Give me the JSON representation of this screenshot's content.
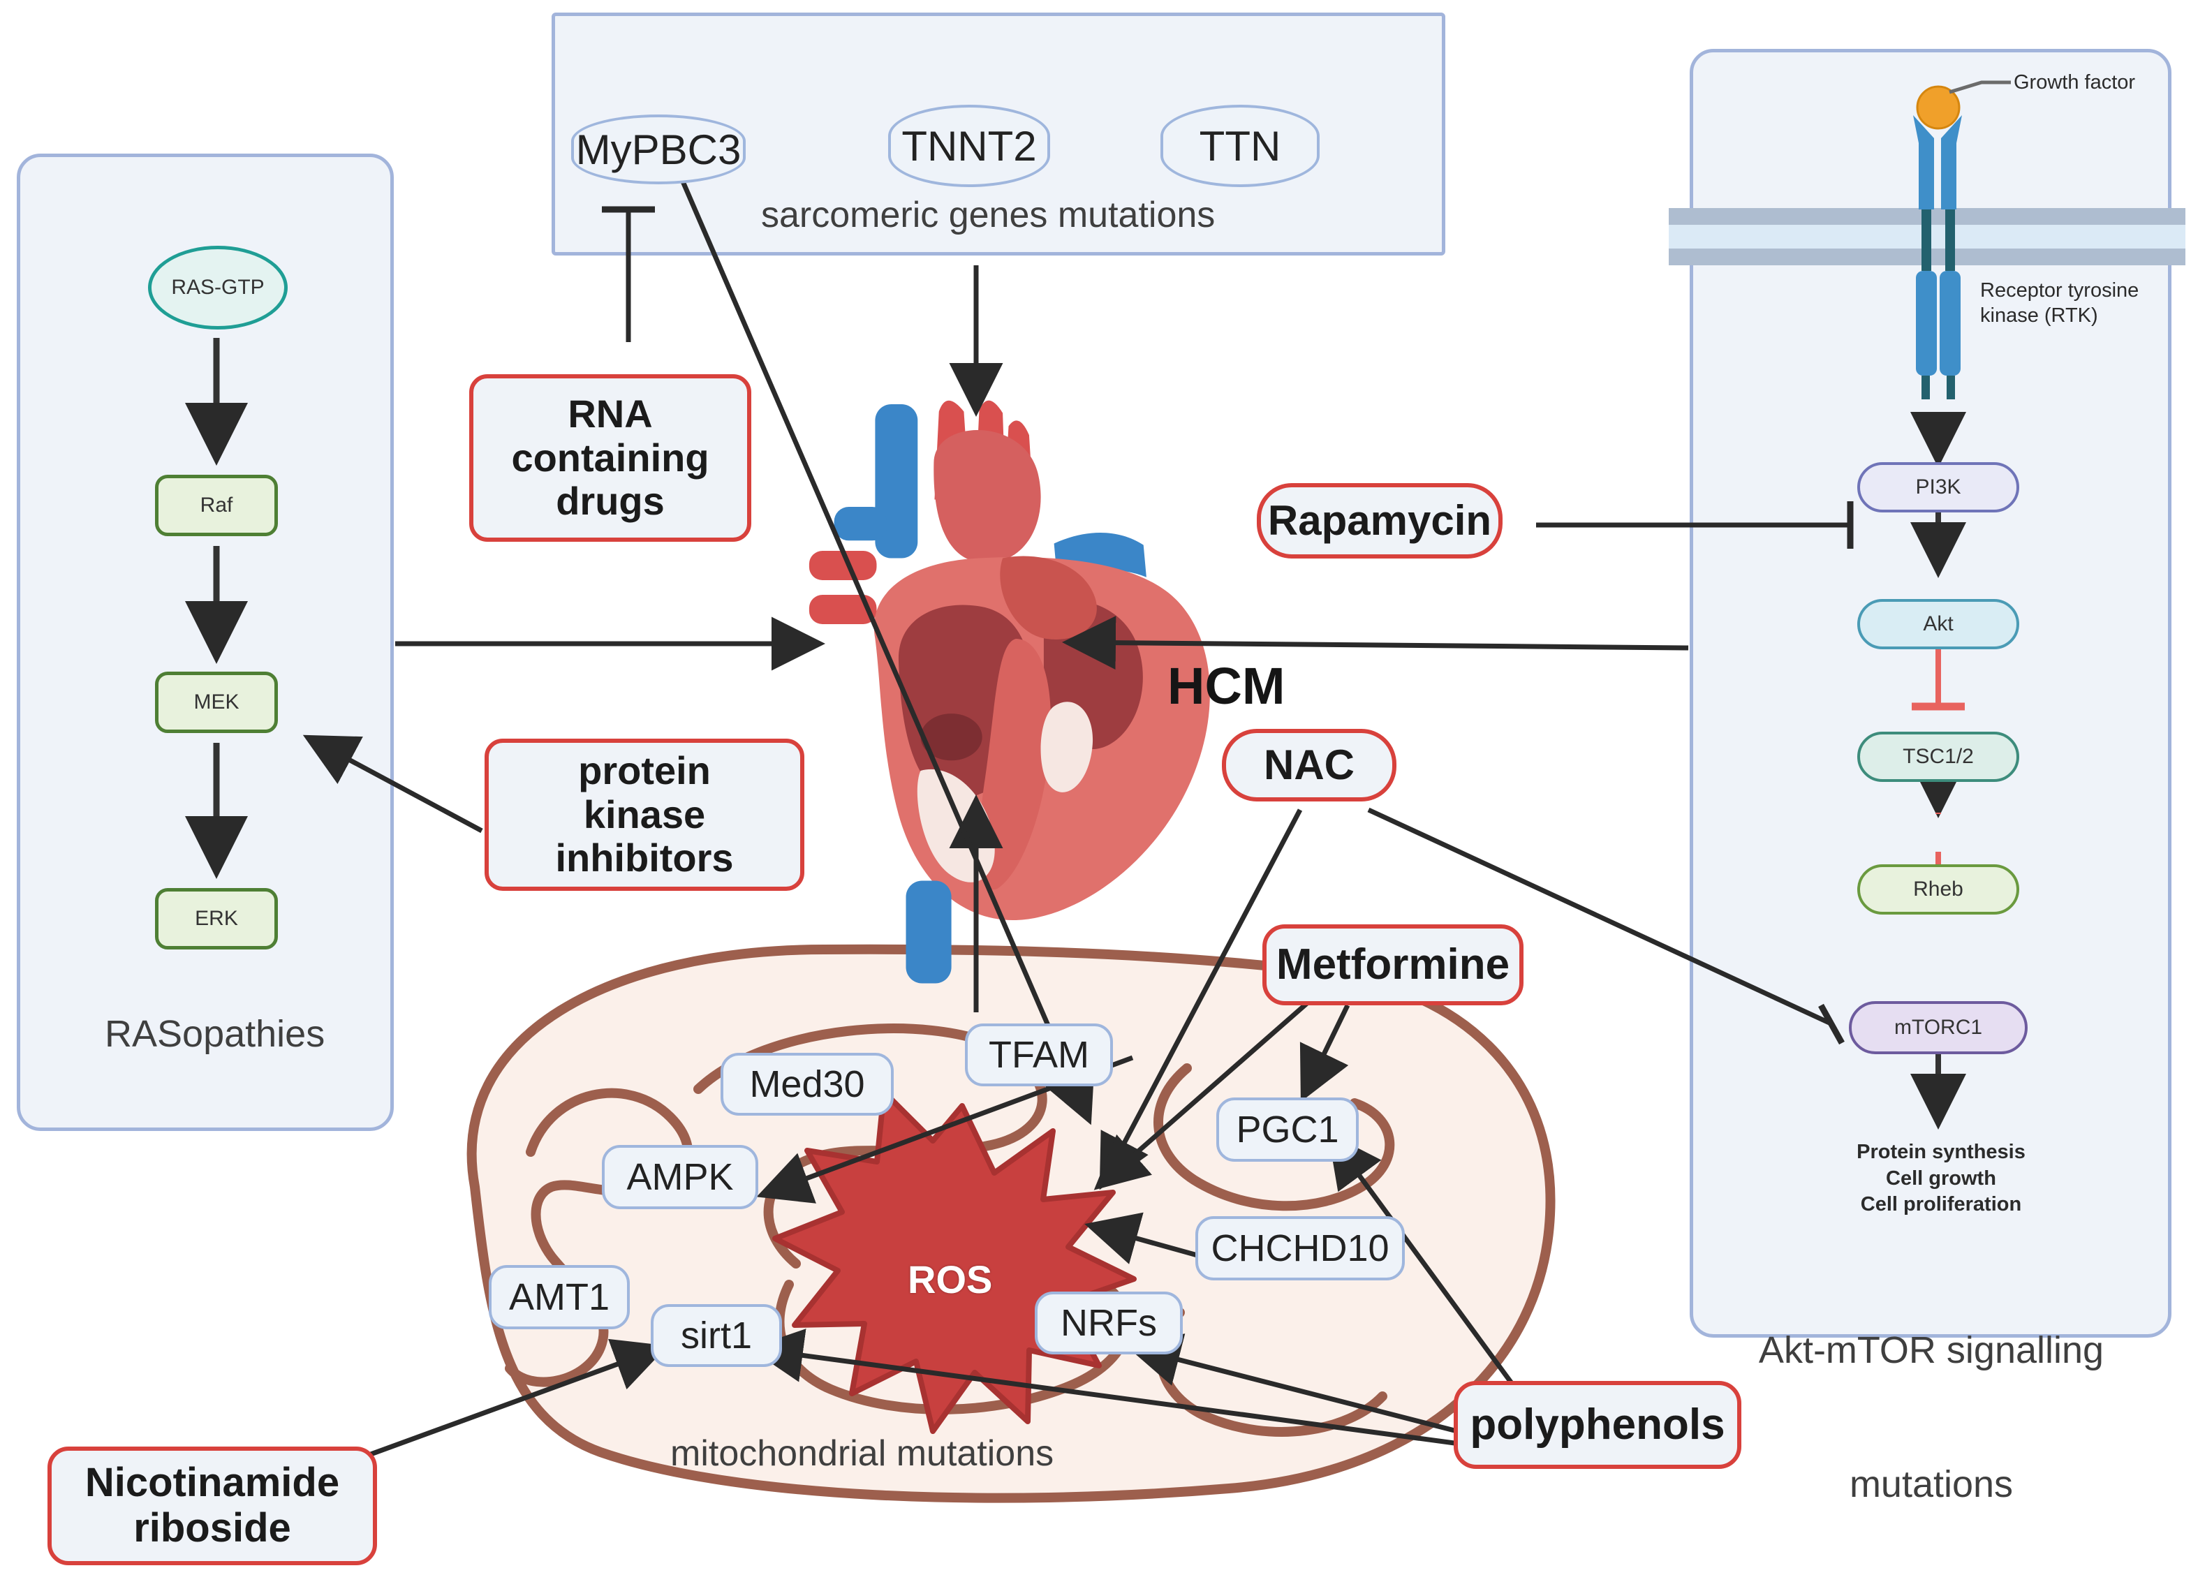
{
  "panels": {
    "rasopathies": {
      "caption": "RASopathies"
    },
    "sarcomeric": {
      "caption": "sarcomeric genes mutations"
    },
    "akt_mtor": {
      "caption_line1": "Akt-mTOR signalling",
      "caption_line2": "mutations"
    },
    "mitochondria": {
      "caption": "mitochondrial mutations"
    }
  },
  "ras_pathway": {
    "nodes": [
      {
        "label": "RAS-GTP",
        "shape": "ellipse"
      },
      {
        "label": "Raf",
        "shape": "box"
      },
      {
        "label": "MEK",
        "shape": "box"
      },
      {
        "label": "ERK",
        "shape": "box"
      }
    ]
  },
  "sarcomeric_genes": [
    {
      "label": "MyPBC3"
    },
    {
      "label": "TNNT2"
    },
    {
      "label": "TTN"
    }
  ],
  "akt_mtor_pathway": {
    "growth_factor_label": "Growth factor",
    "receptor_label_line1": "Receptor tyrosine",
    "receptor_label_line2": "kinase (RTK)",
    "nodes": [
      {
        "label": "PI3K"
      },
      {
        "label": "Akt"
      },
      {
        "label": "TSC1/2"
      },
      {
        "label": "Rheb"
      },
      {
        "label": "mTORC1"
      }
    ],
    "outcomes": [
      "Protein synthesis",
      "Cell growth",
      "Cell proliferation"
    ]
  },
  "mitochondria_nodes": [
    {
      "label": "Med30"
    },
    {
      "label": "AMPK"
    },
    {
      "label": "AMT1"
    },
    {
      "label": "sirt1"
    },
    {
      "label": "TFAM"
    },
    {
      "label": "PGC1"
    },
    {
      "label": "CHCHD10"
    },
    {
      "label": "NRFs"
    }
  ],
  "ros": {
    "label": "ROS"
  },
  "heart": {
    "label": "HCM"
  },
  "drugs": [
    {
      "label": "RNA\ncontaining\ndrugs"
    },
    {
      "label": "protein\nkinase\ninhibitors"
    },
    {
      "label": "Rapamycin"
    },
    {
      "label": "NAC"
    },
    {
      "label": "Metformine"
    },
    {
      "label": "polyphenols"
    },
    {
      "label": "Nicotinamide\nriboside"
    }
  ],
  "colors": {
    "panel_fill": "#eff3f9",
    "panel_border": "#a2b4db",
    "drug_border": "#d8413c",
    "node_fill": "#eef3f9",
    "node_border": "#9fb6dd",
    "ros_fill": "#c8403f",
    "mito_fill": "#fbf0ea",
    "mito_border": "#9d5f4d",
    "inhibit_red": "#e8635f",
    "membrane_blue": "#a9c6e0",
    "growth_factor": "#f0a02a"
  }
}
